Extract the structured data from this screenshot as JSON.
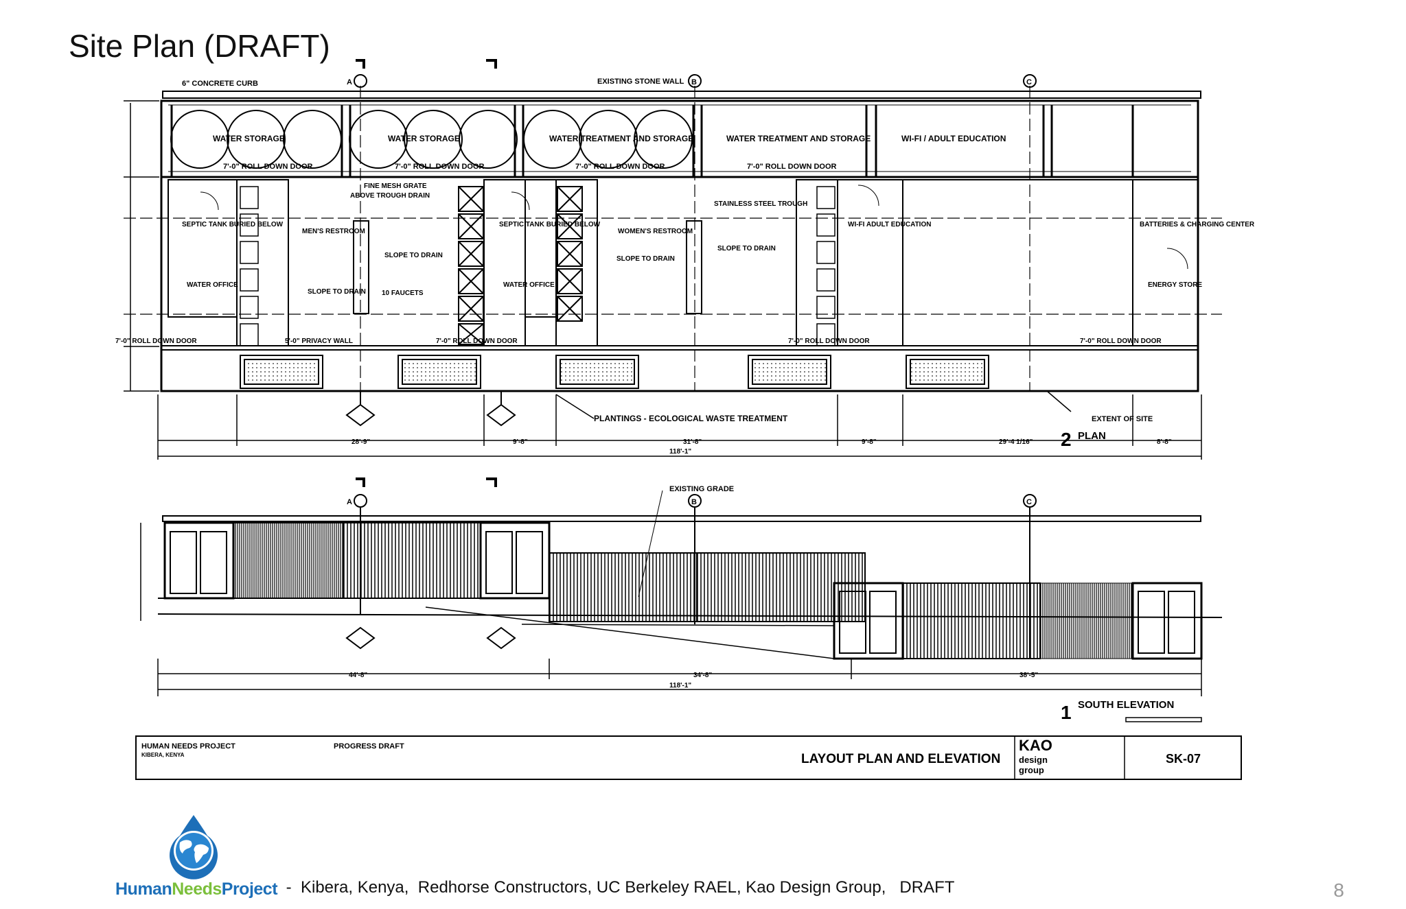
{
  "slide": {
    "title": "Site Plan (DRAFT)",
    "footer": " -  Kibera, Kenya,  Redhorse Constructors, UC Berkeley RAEL, Kao Design Group,   DRAFT",
    "page_number": "8"
  },
  "logo": {
    "word_part1": "Human",
    "word_part2": "Needs",
    "word_part3": "Project",
    "colors": {
      "blue": "#1d6fb8",
      "green": "#7bbf3b"
    }
  },
  "plan": {
    "gridlines": [
      "A",
      "B",
      "C"
    ],
    "labels": {
      "concrete_curb": "6\" CONCRETE CURB",
      "stone_wall": "EXISTING STONE WALL",
      "water_storage_1": "WATER STORAGE",
      "water_storage_2": "WATER STORAGE",
      "water_treatment_1": "WATER TREATMENT AND STORAGE",
      "water_treatment_2": "WATER TREATMENT AND STORAGE",
      "wifi_adult_ed": "WI-FI / ADULT EDUCATION",
      "roll_door_1": "7'-0\" ROLL DOWN DOOR",
      "roll_door_2": "7'-0\" ROLL DOWN DOOR",
      "roll_door_3": "7'-0\" ROLL DOWN DOOR",
      "roll_door_4": "7'-0\" ROLL DOWN DOOR",
      "fine_mesh": "FINE MESH GRATE",
      "above_trough": "ABOVE TROUGH DRAIN",
      "septic_1": "SEPTIC TANK BURIED BELOW",
      "septic_2": "SEPTIC TANK BURIED BELOW",
      "mens": "MEN'S RESTROOM",
      "womens": "WOMEN'S RESTROOM",
      "slope_1": "SLOPE TO DRAIN",
      "slope_2": "SLOPE TO DRAIN",
      "slope_3": "SLOPE TO DRAIN",
      "slope_4": "SLOPE TO DRAIN",
      "faucets": "10 FAUCETS",
      "stainless": "STAINLESS STEEL TROUGH",
      "wifi_small": "WI-FI ADULT EDUCATION",
      "batteries": "BATTERIES & CHARGING CENTER",
      "energy": "ENERGY STORE",
      "water_office_1": "WATER OFFICE",
      "water_office_2": "WATER OFFICE",
      "privacy": "5'-0\" PRIVACY WALL",
      "roll_bottom_1": "7'-0\" ROLL DOWN DOOR",
      "roll_bottom_2": "7'-0\" ROLL DOWN DOOR",
      "roll_bottom_3": "7'-0\" ROLL DOWN DOOR",
      "roll_bottom_4": "7'-0\" ROLL DOWN DOOR",
      "plantings": "PLANTINGS - ECOLOGICAL WASTE TREATMENT",
      "extent": "EXTENT OF SITE",
      "plan_num": "2",
      "plan_title": "PLAN",
      "dim_total": "118'-1\"",
      "dim_a": "28'-9\"",
      "dim_b": "9'-8\"",
      "dim_c": "31'-8\"",
      "dim_d": "9'-8\"",
      "dim_e": "29'-4 1/16\"",
      "dim_f": "8'-8\""
    }
  },
  "elevation": {
    "existing_grade": "EXISTING GRADE",
    "dim_total": "118'-1\"",
    "dim_a": "44'-8\"",
    "dim_b": "34'-8\"",
    "dim_c": "38'-5\"",
    "num": "1",
    "title": "SOUTH ELEVATION"
  },
  "title_block": {
    "project": "HUMAN NEEDS PROJECT",
    "location": "KIBERA, KENYA",
    "status": "PROGRESS DRAFT",
    "sheet_title": "LAYOUT PLAN AND ELEVATION",
    "firm_1": "KAO",
    "firm_2": "design",
    "firm_3": "group",
    "sheet_no": "SK-07"
  }
}
